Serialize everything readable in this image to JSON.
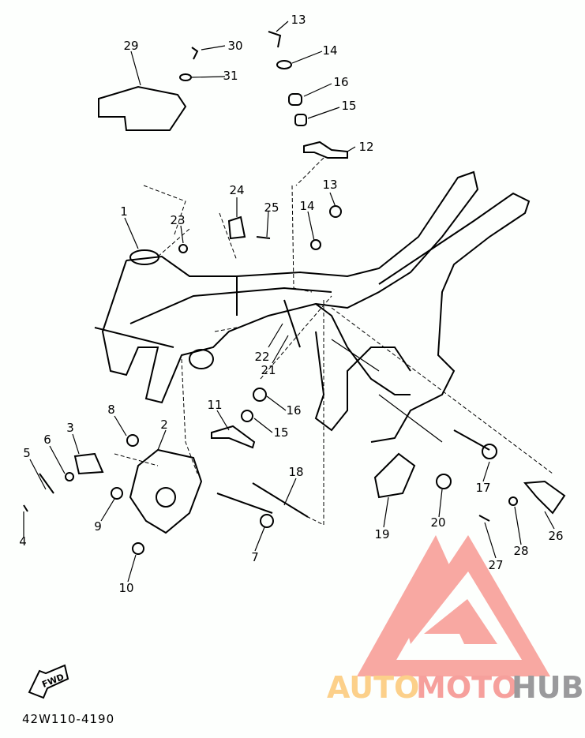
{
  "diagram": {
    "callouts": [
      {
        "n": "13"
      },
      {
        "n": "30"
      },
      {
        "n": "29"
      },
      {
        "n": "14"
      },
      {
        "n": "31"
      },
      {
        "n": "16"
      },
      {
        "n": "15"
      },
      {
        "n": "12"
      },
      {
        "n": "24"
      },
      {
        "n": "13"
      },
      {
        "n": "25"
      },
      {
        "n": "14"
      },
      {
        "n": "1"
      },
      {
        "n": "23"
      },
      {
        "n": "22"
      },
      {
        "n": "21"
      },
      {
        "n": "11"
      },
      {
        "n": "16"
      },
      {
        "n": "15"
      },
      {
        "n": "8"
      },
      {
        "n": "3"
      },
      {
        "n": "2"
      },
      {
        "n": "6"
      },
      {
        "n": "5"
      },
      {
        "n": "18"
      },
      {
        "n": "17"
      },
      {
        "n": "9"
      },
      {
        "n": "20"
      },
      {
        "n": "19"
      },
      {
        "n": "26"
      },
      {
        "n": "28"
      },
      {
        "n": "4"
      },
      {
        "n": "7"
      },
      {
        "n": "27"
      },
      {
        "n": "10"
      }
    ],
    "fwd_label": "FWD",
    "diagram_code": "42W110-4190"
  },
  "watermark": {
    "part1": "AUTO",
    "part2": "MOTO",
    "part3": "HUB",
    "colors": {
      "auto": "#fcd08a",
      "moto": "#f6a09c",
      "hub": "#9a9a9c",
      "logo": "#f8a8a2"
    }
  }
}
